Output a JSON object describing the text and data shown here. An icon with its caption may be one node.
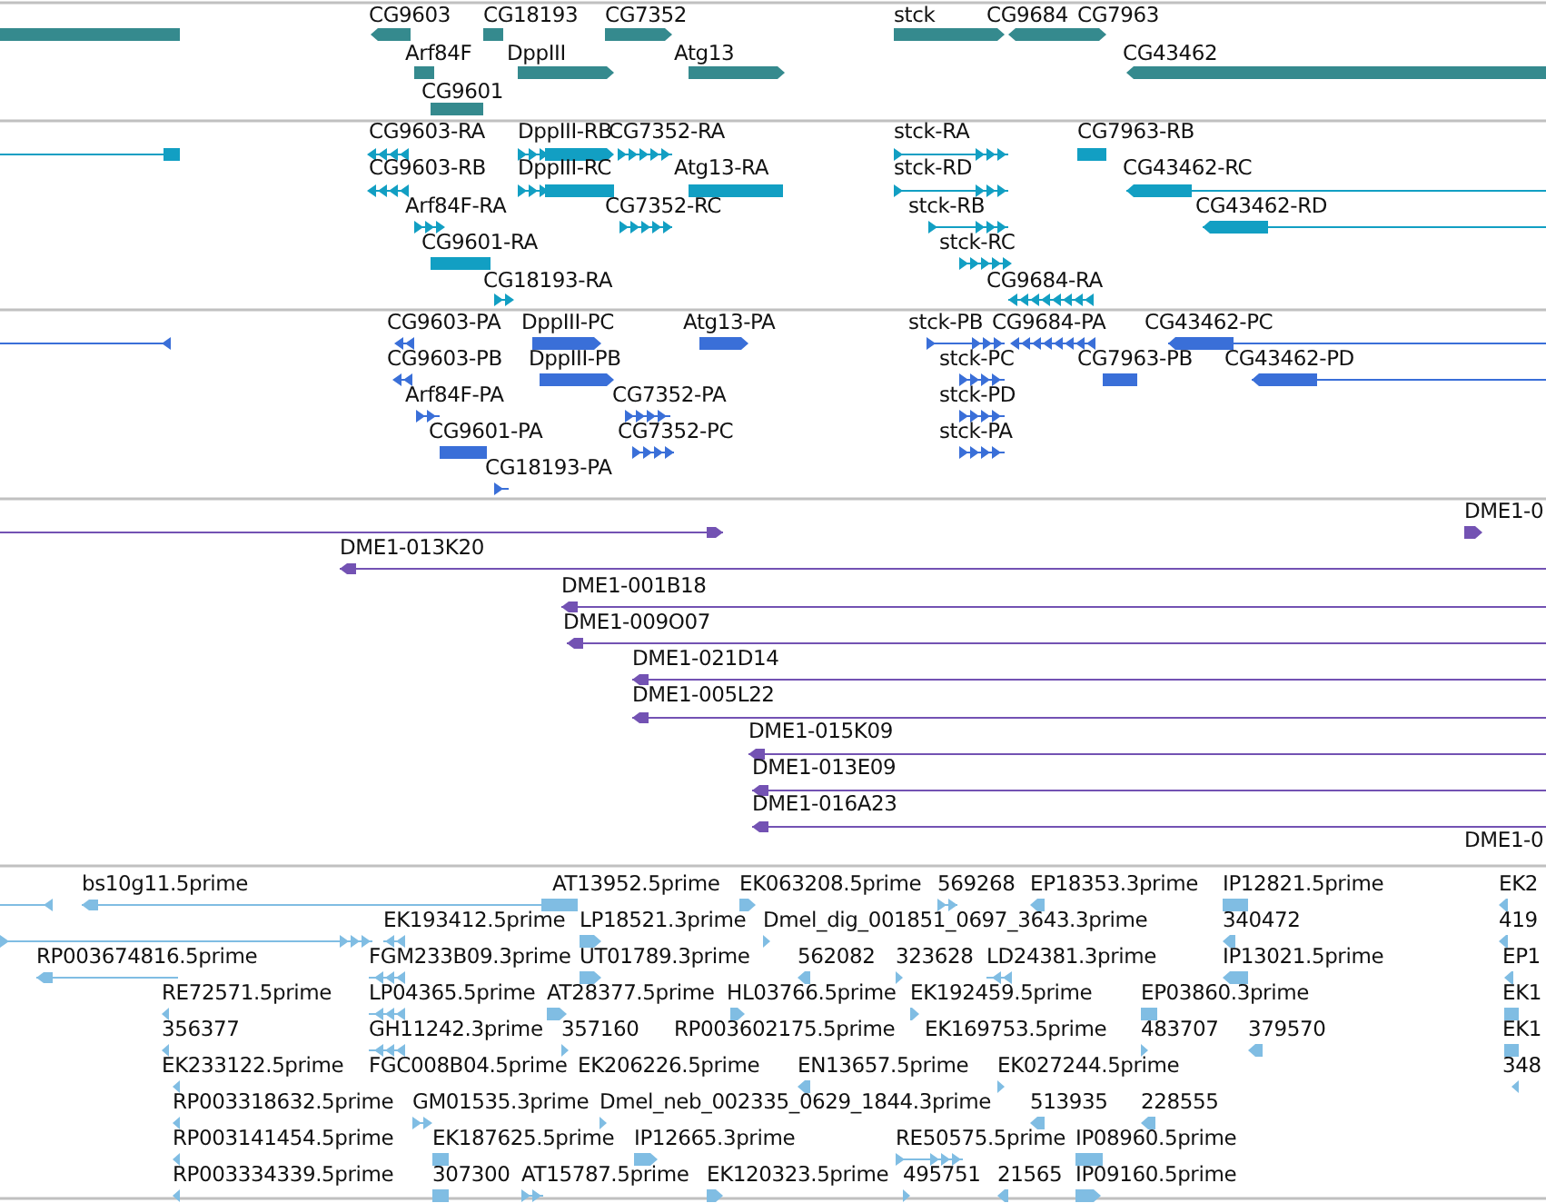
{
  "diagram": {
    "labels": [
      "CG9603",
      "CG18193",
      "CG7352",
      "stck",
      "CG9684",
      "CG7963",
      "Arf84F",
      "DppIII",
      "Atg13",
      "CG43462",
      "CG9601",
      "CG9603-RA",
      "DppIII-RB",
      "CG7352-RA",
      "stck-RA",
      "CG7963-RB",
      "CG9603-RB",
      "DppIII-RC",
      "Atg13-RA",
      "stck-RD",
      "CG43462-RC",
      "Arf84F-RA",
      "CG7352-RC",
      "stck-RB",
      "CG43462-RD",
      "CG9601-RA",
      "stck-RC",
      "CG18193-RA",
      "CG9684-RA",
      "CG9603-PA",
      "DppIII-PC",
      "Atg13-PA",
      "stck-PB",
      "CG9684-PA",
      "CG43462-PC",
      "CG9603-PB",
      "DppIII-PB",
      "stck-PC",
      "CG7963-PB",
      "CG43462-PD",
      "Arf84F-PA",
      "CG7352-PA",
      "stck-PD",
      "CG9601-PA",
      "CG7352-PC",
      "stck-PA",
      "CG18193-PA",
      "DME1-0",
      "DME1-013K20",
      "DME1-001B18",
      "DME1-009O07",
      "DME1-021D14",
      "DME1-005L22",
      "DME1-015K09",
      "DME1-013E09",
      "DME1-016A23",
      "DME1-0",
      "bs10g11.5prime",
      "AT13952.5prime",
      "EK063208.5prime",
      "569268",
      "EP18353.3prime",
      "IP12821.5prime",
      "EK2",
      "EK193412.5prime",
      "LP18521.3prime",
      "Dmel_dig_001851_0697_3643.3prime",
      "340472",
      "419",
      "RP003674816.5prime",
      "FGM233B09.3prime",
      "UT01789.3prime",
      "562082",
      "323628",
      "LD24381.3prime",
      "IP13021.5prime",
      "EP1",
      "RE72571.5prime",
      "LP04365.5prime",
      "AT28377.5prime",
      "HL03766.5prime",
      "EK192459.5prime",
      "EP03860.3prime",
      "EK1",
      "356377",
      "GH11242.3prime",
      "357160",
      "RP003602175.5prime",
      "EK169753.5prime",
      "483707",
      "379570",
      "EK1",
      "EK233122.5prime",
      "FGC008B04.5prime",
      "EK206226.5prime",
      "EN13657.5prime",
      "EK027244.5prime",
      "348",
      "RP003318632.5prime",
      "GM01535.3prime",
      "Dmel_neb_002335_0629_1844.3prime",
      "513935",
      "228555",
      "RP003141454.5prime",
      "EK187625.5prime",
      "IP12665.3prime",
      "RE50575.5prime",
      "IP08960.5prime",
      "RP003334339.5prime",
      "307300",
      "AT15787.5prime",
      "EK120323.5prime",
      "495751",
      "21565",
      "IP09160.5prime"
    ]
  }
}
